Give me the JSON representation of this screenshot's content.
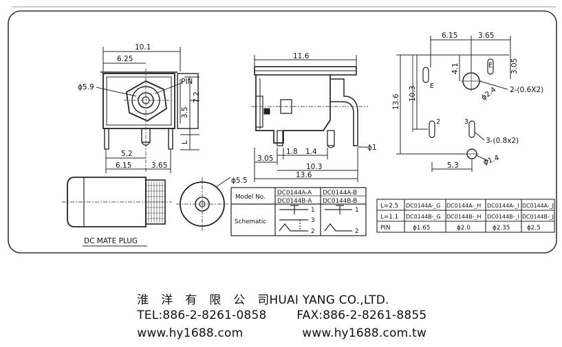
{
  "labels": {
    "phi_5_9": "ϕ5.9",
    "pin": "PIN",
    "phi_5_5": "ϕ5.5",
    "phi_1": "ϕ1",
    "phi_2_4": "ϕ2.4",
    "phi_1_4": "ϕ1.4",
    "slot_2": "2-(0.6X2)",
    "slot_3": "3-(0.8x2)",
    "dc_mate_plug": "DC MATE PLUG",
    "e1": "E",
    "e2": "E",
    "n2": "2",
    "n3": "3"
  },
  "dimensions": {
    "front_width": "10.1",
    "front_center": "6.25",
    "front_h72": "7.2",
    "front_h35": "3.5",
    "front_l": "L",
    "front_52": "5.2",
    "front_615": "6.15",
    "front_365": "3.65",
    "side_116": "11.6",
    "side_305": "3.05",
    "side_18": "1.8",
    "side_14": "1.4",
    "side_103": "10.3",
    "side_136": "13.6",
    "top_615": "6.15",
    "top_365": "3.65",
    "top_41": "4.1",
    "top_305": "3.05",
    "top_136": "13.6",
    "top_103": "10.3",
    "top_53": "5.3"
  },
  "model_table": {
    "header_model": "Model No.",
    "col_a1": "DC0144A-A",
    "col_a2": "DC0144B-A",
    "col_b1": "DC0144A-B",
    "col_b2": "DC0144B-B",
    "schematic": "Schematic",
    "pin1": "1",
    "pin3": "3",
    "pin2a": "2",
    "pin2b": "2",
    "pin1b": "1"
  },
  "pin_table": {
    "row1_label": "L=2.5",
    "row2_label": "L=1.1",
    "row3_label": "PIN",
    "r1": [
      "DC0144A-_G",
      "DC0144A-_H",
      "DC0144A-_I",
      "DC0144A-_J"
    ],
    "r2": [
      "DC0144B-_G",
      "DC0144B-_H",
      "DC0144B-_I",
      "DC0144B-_J"
    ],
    "r3": [
      "ϕ1.65",
      "ϕ2.0",
      "ϕ2.35",
      "ϕ2.5"
    ]
  },
  "footer": {
    "company_cn": [
      "淮",
      "洋",
      "有",
      "限",
      "公",
      "司"
    ],
    "company_en": "HUAI YANG CO.,LTD.",
    "tel": "TEL:886-2-8261-0858",
    "fax": "FAX:886-2-8261-8855",
    "web1": "www.hy1688.com",
    "web2": "www.hy1688.com.tw"
  }
}
